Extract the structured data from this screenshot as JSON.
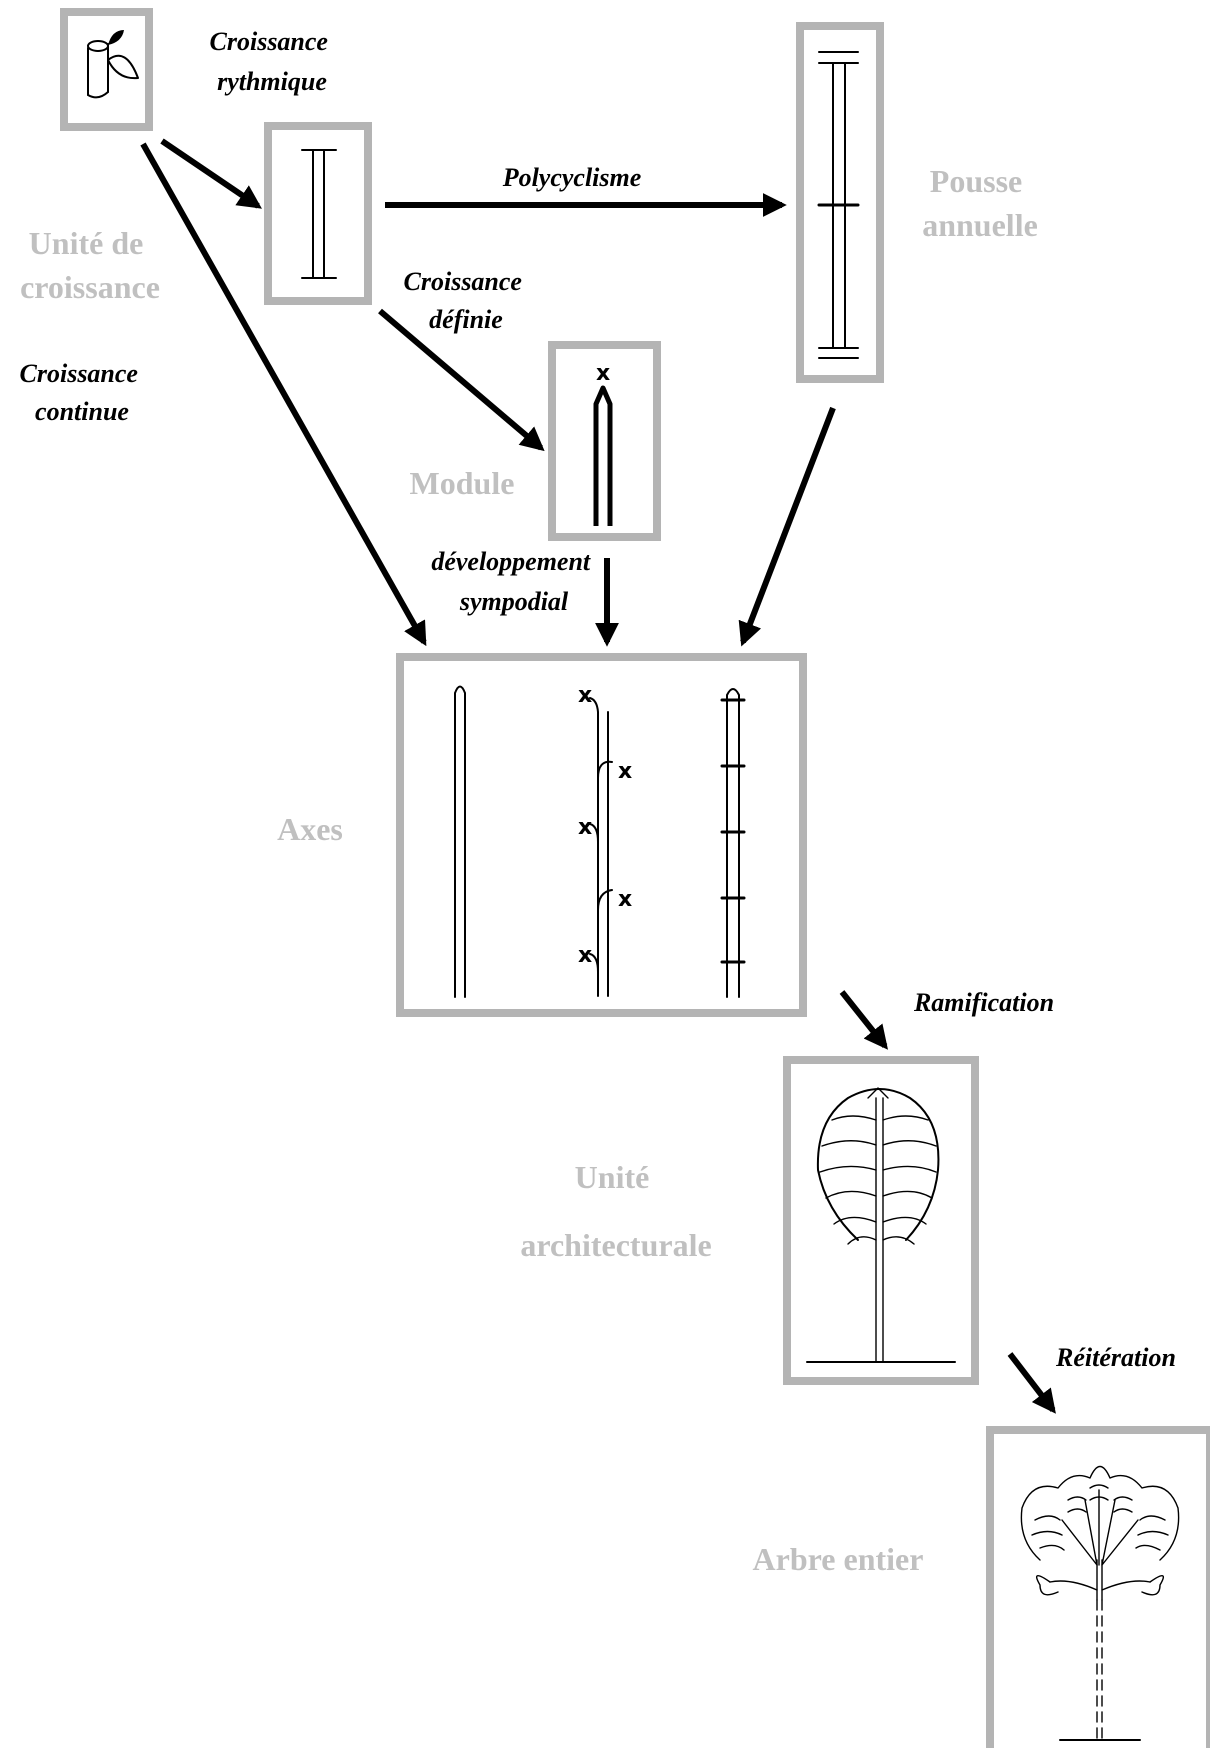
{
  "labels": {
    "croissance_rythmique": [
      "Croissance",
      "rythmique"
    ],
    "unite_de_croissance": [
      "Unité de",
      "croissance"
    ],
    "croissance_continue": [
      "Croissance",
      "continue"
    ],
    "polycyclisme": "Polycyclisme",
    "pousse_annuelle": [
      "Pousse",
      "annuelle"
    ],
    "croissance_definie": [
      "Croissance",
      "définie"
    ],
    "module": "Module",
    "developpement_sympodial": [
      "développement",
      "sympodial"
    ],
    "axes": "Axes",
    "ramification": "Ramification",
    "unite_architecturale": [
      "Unité",
      "architecturale"
    ],
    "reiteration": "Réitération",
    "arbre_entier": "Arbre entier"
  },
  "marks": {
    "terminal": "x"
  },
  "colors": {
    "box_border": "#b4b4b4",
    "grey_label": "#c0c0c0",
    "ink": "#000000"
  }
}
